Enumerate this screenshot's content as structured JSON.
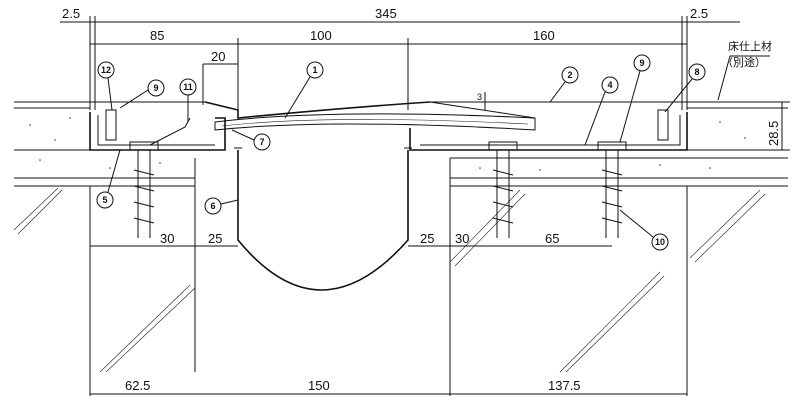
{
  "dimensions": {
    "top_left_gap": "2.5",
    "top_total": "345",
    "top_right_gap": "2.5",
    "left_cover": "85",
    "center_cover": "100",
    "right_cover": "160",
    "offset_20": "20",
    "step_3": "3",
    "height_28_5": "28.5",
    "bot_left_30": "30",
    "bot_left_25": "25",
    "bot_right_25": "25",
    "bot_right_30": "30",
    "bot_right_65": "65",
    "base_left": "62.5",
    "base_center": "150",
    "base_right": "137.5"
  },
  "note": {
    "line1": "床仕上材",
    "line2": "（別途）"
  },
  "callouts": [
    "1",
    "2",
    "4",
    "5",
    "6",
    "7",
    "8",
    "9",
    "9",
    "10",
    "11",
    "12"
  ]
}
